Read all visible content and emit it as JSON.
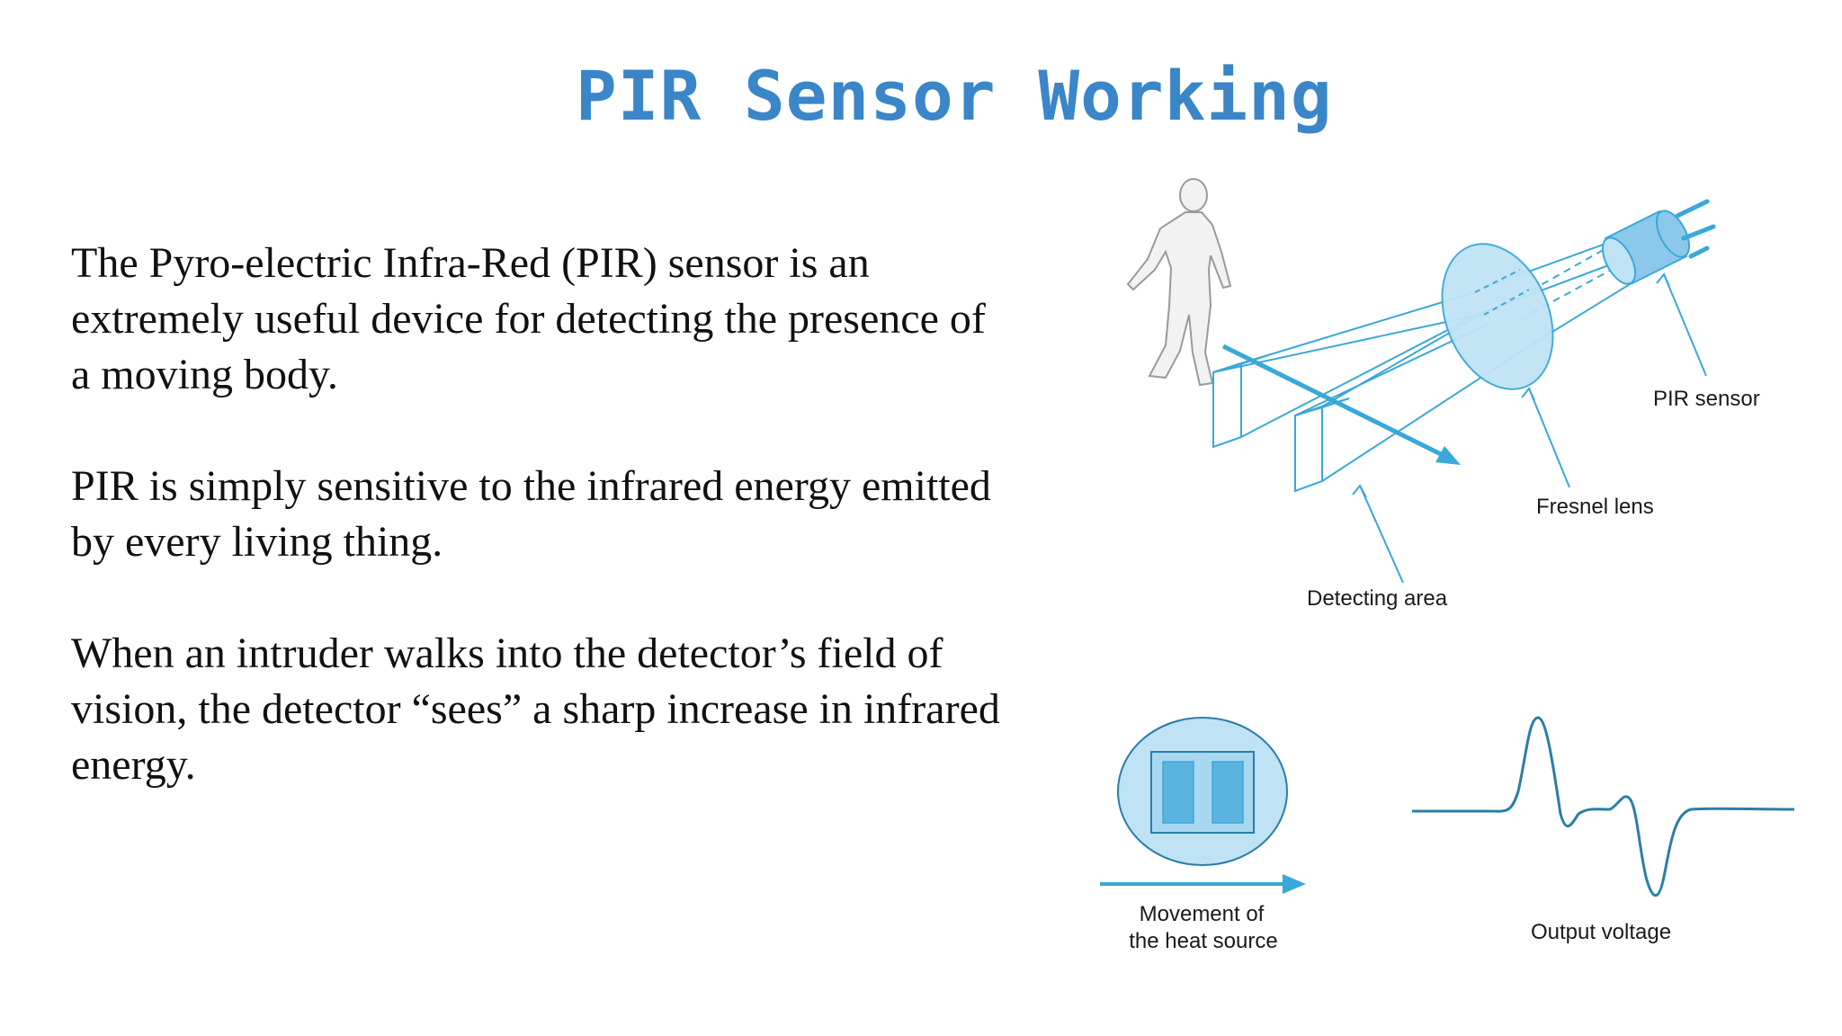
{
  "title": "PIR Sensor Working",
  "paragraphs": [
    "The Pyro-electric Infra-Red (PIR) sensor is an extremely useful device for detecting the presence of a moving body.",
    " PIR is simply sensitive to the infrared energy emitted by every living thing.",
    " When an intruder walks into the detector’s field of vision, the detector “sees” a sharp increase in infrared energy."
  ],
  "diagram": {
    "labels": {
      "pir_sensor": "PIR sensor",
      "fresnel_lens": "Fresnel lens",
      "detecting_area": "Detecting area",
      "movement_line1": "Movement of",
      "movement_line2": "the heat source",
      "output_voltage": "Output voltage"
    },
    "colors": {
      "accent": "#3aa8d8",
      "lens_fill": "#bfe3f5",
      "sensor_fill": "#8cc8ec",
      "title": "#3a86c8"
    }
  }
}
